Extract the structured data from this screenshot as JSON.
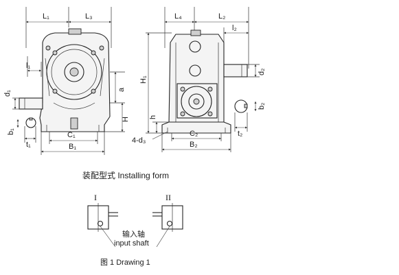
{
  "front_view": {
    "dims": {
      "L1": "L₁",
      "L3": "L₃",
      "l1": "l₁",
      "d1": "d₁",
      "b1": "b₁",
      "t1": "t₁",
      "C1": "C₁",
      "B1": "B₁",
      "a": "a",
      "H": "H"
    }
  },
  "side_view": {
    "dims": {
      "L4": "L₄",
      "L2": "L₂",
      "l2": "l₂",
      "H1": "H₁",
      "d2": "d₂",
      "b2": "b₂",
      "t2": "t₂",
      "h": "h",
      "d3": "4-d₃",
      "C2": "C₂",
      "B2": "B₂"
    }
  },
  "installing": {
    "title": "装配型式  Installing form",
    "form1": "I",
    "form2": "II",
    "input_shaft_cn": "输入轴",
    "input_shaft_en": "input shaft"
  },
  "caption": "图 1  Drawing 1"
}
